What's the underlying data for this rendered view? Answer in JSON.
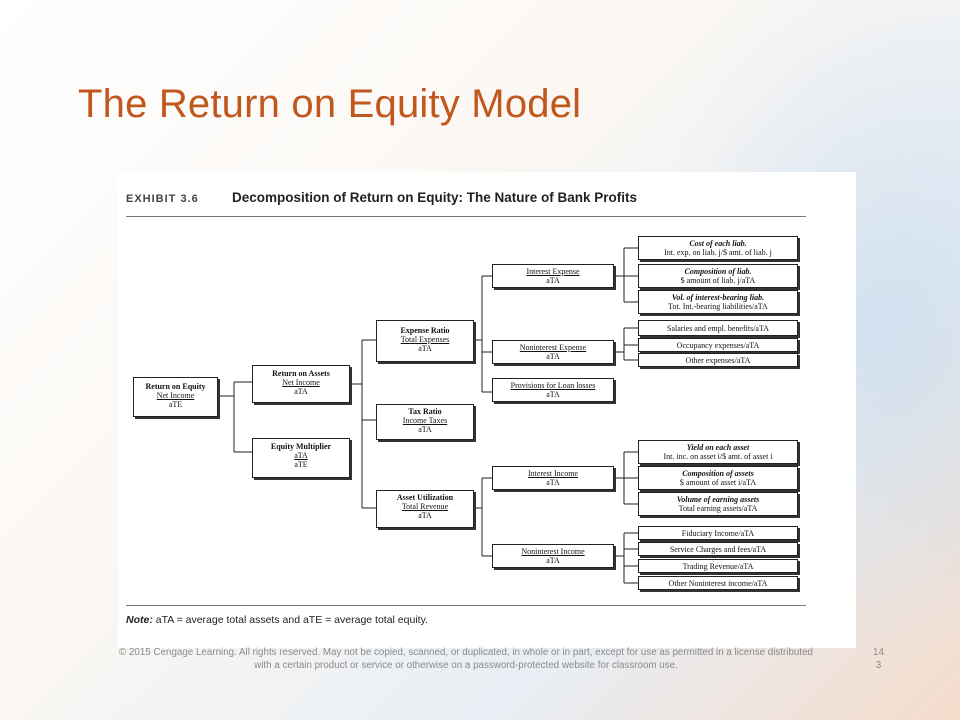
{
  "slide": {
    "title": "The Return on Equity Model",
    "footer": "© 2015 Cengage Learning. All rights reserved. May not be copied, scanned, or duplicated, in whole or in part, except for use as permitted in a license distributed with a certain product or service or otherwise on a password-protected website for classroom use.",
    "page_number_line1": "14",
    "page_number_line2": "3"
  },
  "exhibit": {
    "number": "EXHIBIT 3.6",
    "title": "Decomposition of Return on Equity: The Nature of Bank Profits",
    "note_label": "Note:",
    "note_text": " aTA = average total assets and aTE = average total equity."
  },
  "diagram": {
    "roe": {
      "title": "Return on Equity",
      "num": "Net Income",
      "den": "aTE"
    },
    "roa": {
      "title": "Return on Assets",
      "num": "Net Income",
      "den": "aTA"
    },
    "em": {
      "title": "Equity Multiplier",
      "num": "aTA",
      "den": "aTE"
    },
    "er": {
      "title": "Expense Ratio",
      "num": "Total Expenses",
      "den": "aTA"
    },
    "tr": {
      "title": "Tax Ratio",
      "num": "Income Taxes",
      "den": "aTA"
    },
    "au": {
      "title": "Asset Utilization",
      "num": "Total Revenue",
      "den": "aTA"
    },
    "ie": {
      "num": "Interest Expense",
      "den": "aTA"
    },
    "ne": {
      "num": "Noninterest Expense",
      "den": "aTA"
    },
    "pll": {
      "num": "Provisions for Loan losses",
      "den": "aTA"
    },
    "ii": {
      "num": "Interest Income",
      "den": "aTA"
    },
    "ni": {
      "num": "Noninterest Income",
      "den": "aTA"
    },
    "l1": {
      "title": "Cost of each liab.",
      "text": "Int. exp. on liab. j/$ amt. of liab. j"
    },
    "l2": {
      "title": "Composition of liab.",
      "text": "$ amount of liab. j/aTA"
    },
    "l3": {
      "title": "Vol. of interest-bearing liab.",
      "text": "Tot. Int.-bearing liabilities/aTA"
    },
    "l4": {
      "text": "Salaries and empl. benefits/aTA"
    },
    "l5": {
      "text": "Occupancy expenses/aTA"
    },
    "l6": {
      "text": "Other expenses/aTA"
    },
    "l7": {
      "title": "Yield on each asset",
      "text": "Int. inc. on asset i/$ amt. of asset i"
    },
    "l8": {
      "title": "Composition of assets",
      "text": "$ amount of asset i/aTA"
    },
    "l9": {
      "title": "Volume of earning assets",
      "text": "Total earning assets/aTA"
    },
    "l10": {
      "text": "Fiduciary Income/aTA"
    },
    "l11": {
      "text": "Service Charges and fees/aTA"
    },
    "l12": {
      "text": "Trading Revenue/aTA"
    },
    "l13": {
      "text": "Other Noninterest income/aTA"
    }
  }
}
